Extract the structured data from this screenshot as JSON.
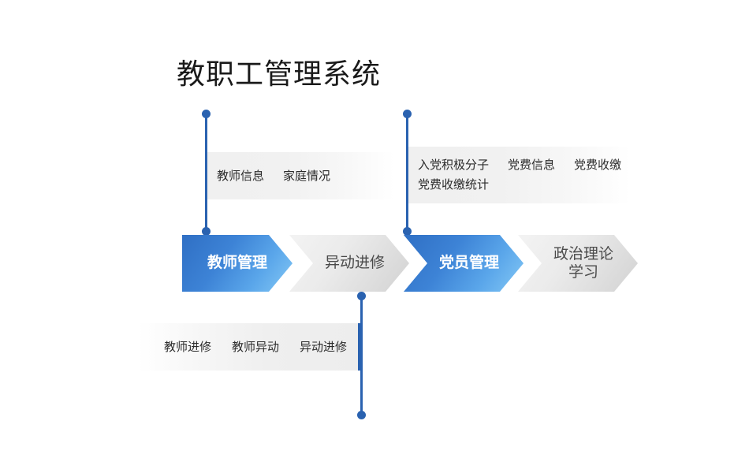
{
  "page": {
    "title": "教职工管理系统",
    "background": "#ffffff",
    "accent_color": "#2a62b0",
    "blue_chevron_color": "#3d83d6",
    "gray_chevron_color": "#e2e2e2"
  },
  "process": {
    "steps": [
      {
        "label": "教师管理",
        "style": "blue"
      },
      {
        "label": "异动进修",
        "style": "gray"
      },
      {
        "label": "党员管理",
        "style": "blue"
      },
      {
        "label": "政治理论\n学习",
        "style": "gray"
      }
    ]
  },
  "callouts": {
    "teacher_management": {
      "rule_side": "left",
      "lines": [
        [
          "教师信息",
          "家庭情况"
        ]
      ]
    },
    "party_member_management": {
      "rule_side": "left",
      "lines": [
        [
          "入党积极分子",
          "党费信息",
          "党费收缴"
        ],
        [
          "党费收缴统计"
        ]
      ]
    },
    "transfer_training": {
      "rule_side": "right",
      "lines": [
        [
          "教师进修",
          "教师异动",
          "异动进修"
        ]
      ]
    }
  }
}
